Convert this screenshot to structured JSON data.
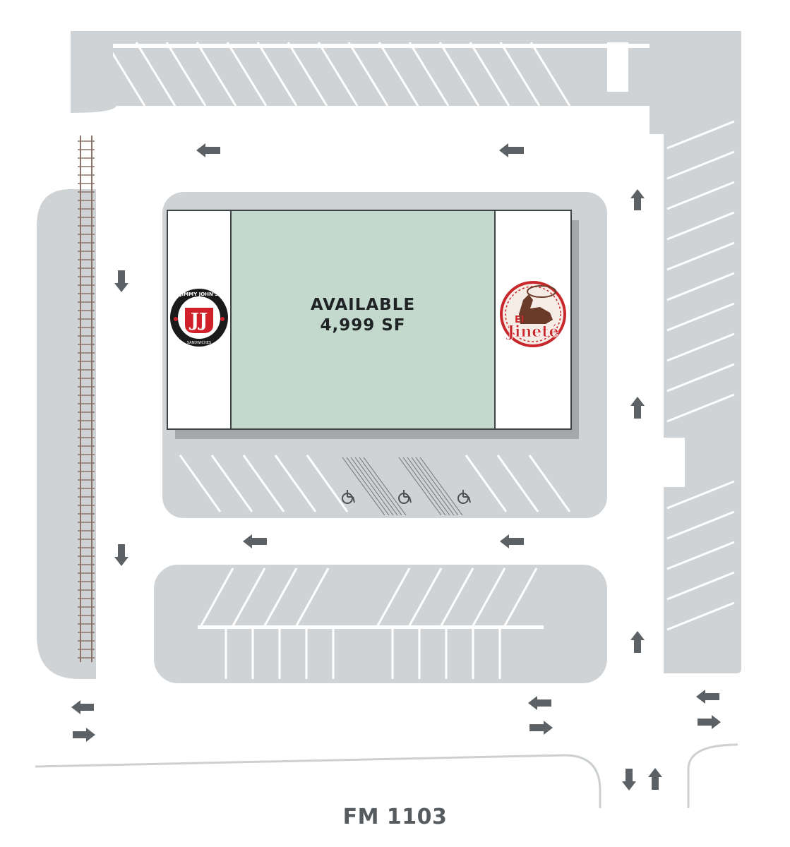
{
  "tenant_space": {
    "status": "AVAILABLE",
    "size": "4,999 SF"
  },
  "tenants": [
    {
      "name": "JIMMY JOHN'S",
      "tagline": "SANDWICHES",
      "monogram": "JJ",
      "side": "west",
      "logo_colors": [
        "#1b1b1b",
        "#d0202a",
        "#ffffff"
      ]
    },
    {
      "name": "El Jineté",
      "side": "east",
      "logo_colors": [
        "#c8282c",
        "#6b3b2a",
        "#f3d9c8"
      ]
    }
  ],
  "road": {
    "name": "FM 1103"
  },
  "accessible_parking": {
    "count": 3,
    "icon": "wheelchair-icon"
  },
  "colors": {
    "pavement": "#d0d3d5",
    "lanes": "#ffffff",
    "building_available": "#c3d9cd",
    "building_shadow": "#a4a8aa",
    "arrow": "#5b6164",
    "rail": "#8c7568"
  }
}
